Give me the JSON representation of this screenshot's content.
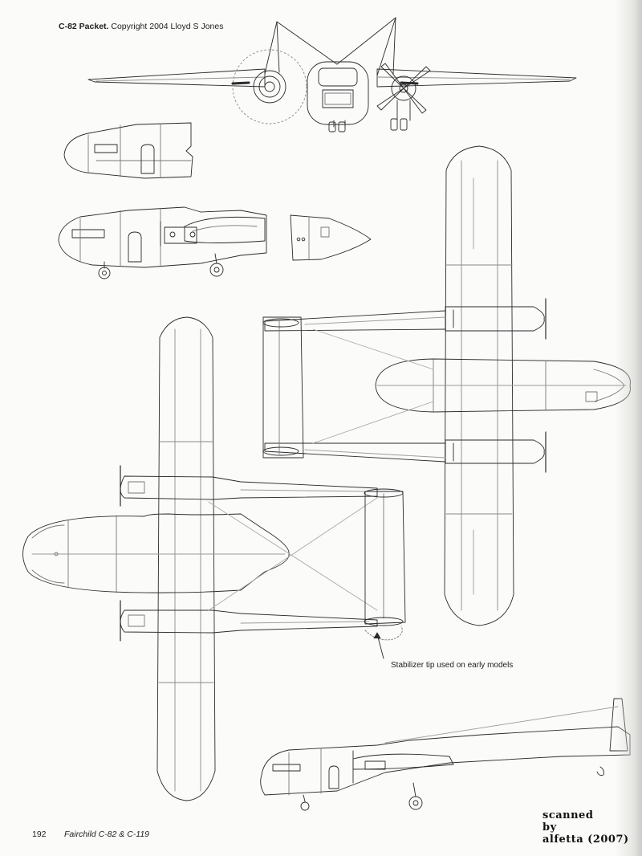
{
  "header": {
    "title_bold": "C-82 Packet.",
    "title_rest": " Copyright 2004 Lloyd S Jones"
  },
  "annotation": {
    "text": "Stabilizer tip used on early models"
  },
  "footer": {
    "page_number": "192",
    "book_title": "Fairchild C-82 & C-119"
  },
  "scan_credit": {
    "line1": "scanned",
    "line2": "by",
    "line3": "alfetta (2007)"
  },
  "colors": {
    "ink": "#2a2a2a",
    "paper": "#fbfbfa",
    "detail": "#777777"
  }
}
